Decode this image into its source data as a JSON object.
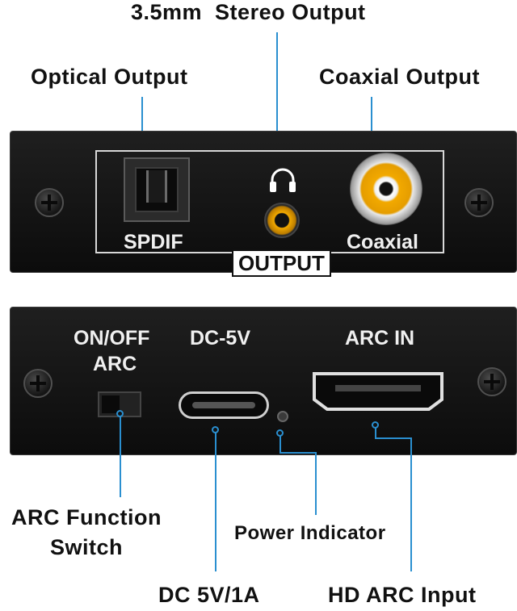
{
  "callouts": {
    "stereo_output": "3.5mm  Stereo Output",
    "optical_output": "Optical Output",
    "coaxial_output": "Coaxial Output",
    "arc_switch_line1": "ARC Function",
    "arc_switch_line2": "Switch",
    "power_indicator": "Power Indicator",
    "dc_input": "DC 5V/1A",
    "hd_arc_input": "HD ARC Input"
  },
  "top_panel": {
    "spdif_label": "SPDIF",
    "coaxial_label": "Coaxial",
    "output_label": "OUTPUT"
  },
  "bottom_panel": {
    "switch_label_line1": "ON/OFF",
    "switch_label_line2": "ARC",
    "dc_label": "DC-5V",
    "arc_in_label": "ARC IN"
  },
  "icons": {
    "headphone": "headphone-icon"
  },
  "colors": {
    "accent_line": "#2a8fd0",
    "rca_gold": "#f2a900",
    "panel_black": "#141414"
  }
}
